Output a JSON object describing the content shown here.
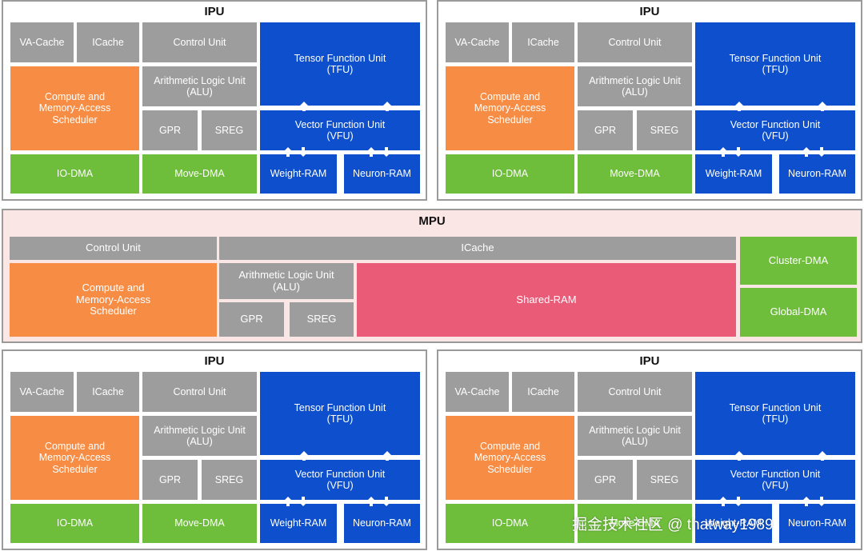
{
  "ipu": {
    "title": "IPU",
    "va_cache": "VA-Cache",
    "icache": "ICache",
    "control_unit": "Control Unit",
    "tfu": "Tensor Function Unit\n(TFU)",
    "cmas": "Compute and\nMemory-Access\nScheduler",
    "alu": "Arithmetic Logic Unit\n(ALU)",
    "vfu": "Vector Function Unit\n(VFU)",
    "gpr": "GPR",
    "sreg": "SREG",
    "io_dma": "IO-DMA",
    "move_dma": "Move-DMA",
    "weight_ram": "Weight-RAM",
    "neuron_ram": "Neuron-RAM"
  },
  "mpu": {
    "title": "MPU",
    "control_unit": "Control Unit",
    "icache": "ICache",
    "cmas": "Compute and\nMemory-Access\nScheduler",
    "alu": "Arithmetic Logic Unit\n(ALU)",
    "shared_ram": "Shared-RAM",
    "gpr": "GPR",
    "sreg": "SREG",
    "cluster_dma": "Cluster-DMA",
    "global_dma": "Global-DMA"
  },
  "watermark": "掘金技术社区 @ thatway1989",
  "colors": {
    "gray": "#9d9d9d",
    "orange": "#f78c44",
    "green": "#6ebd3b",
    "blue": "#0d4fcc",
    "pink": "#ea5b78",
    "mpu_background": "#fbe6e6"
  }
}
